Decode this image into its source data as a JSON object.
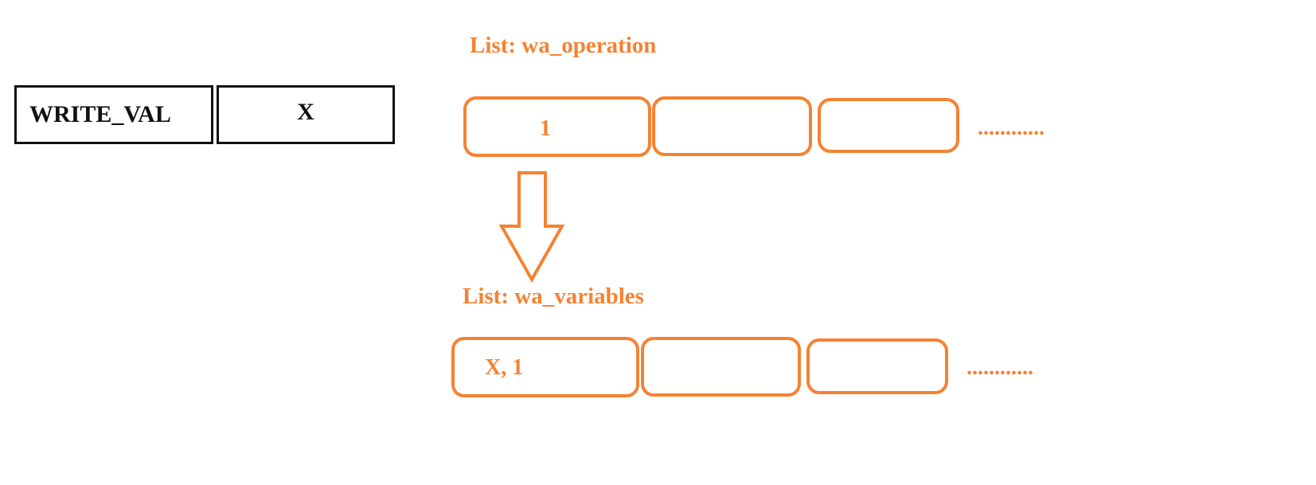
{
  "instruction": {
    "operation": "WRITE_VAL",
    "argument": "X"
  },
  "operation_list": {
    "title": "List: wa_operation",
    "cells": [
      "1",
      "",
      ""
    ],
    "ellipsis": "............"
  },
  "variables_list": {
    "title": "List: wa_variables",
    "cells": [
      "X, 1",
      "",
      ""
    ],
    "ellipsis": "............"
  },
  "colors": {
    "accent": "#f58232",
    "instruction_border": "#111111"
  }
}
